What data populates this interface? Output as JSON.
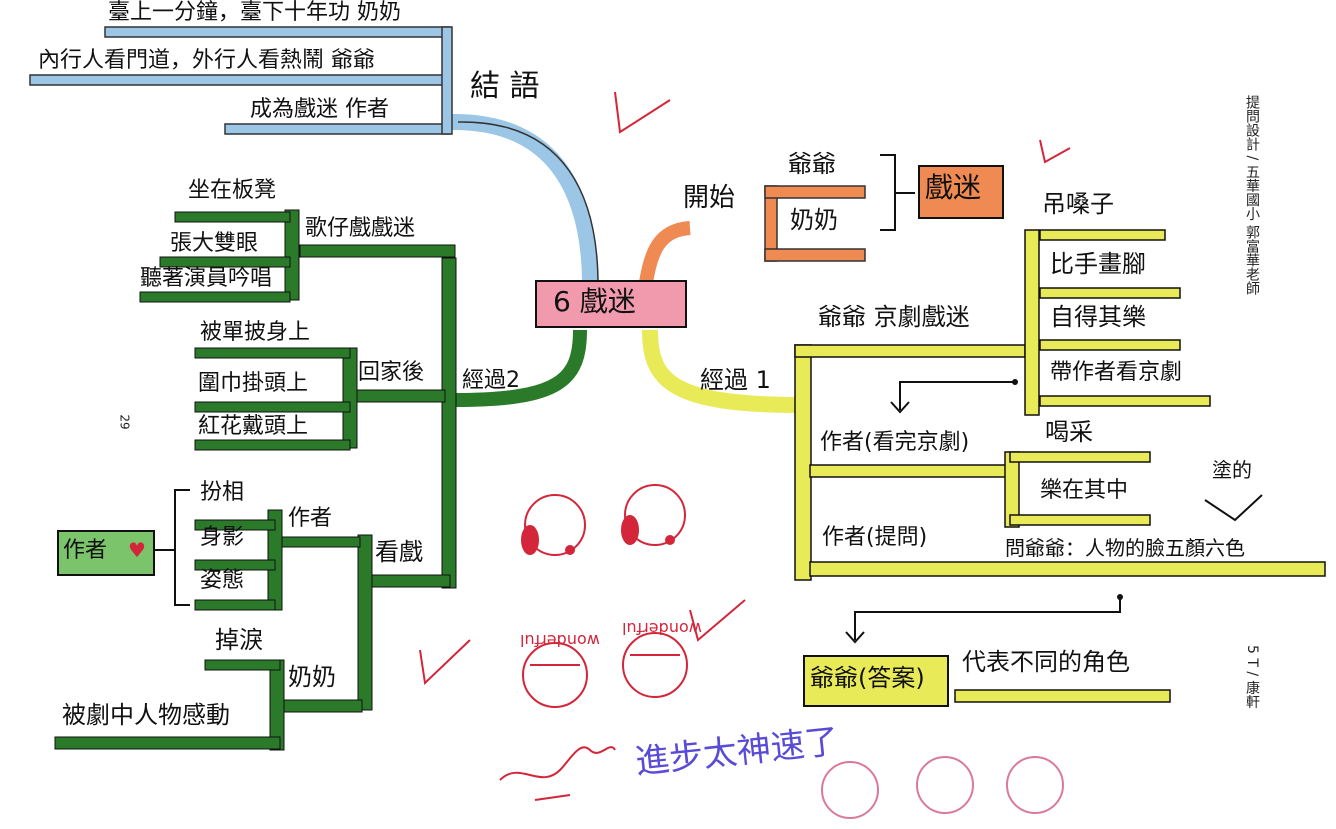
{
  "center": {
    "title": "6 戲迷"
  },
  "conclusion": {
    "label": "結 語",
    "items": [
      "臺上一分鐘，臺下十年功 奶奶",
      "內行人看門道，外行人看熱鬧 爺爺",
      "成為戲迷 作者"
    ]
  },
  "start": {
    "label": "開始",
    "people": [
      "爺爺",
      "奶奶"
    ],
    "result": "戲迷"
  },
  "process1": {
    "label": "經過 1",
    "grandpa": "爺爺 京劇戲迷",
    "grandpa_items": [
      "吊嗓子",
      "比手畫腳",
      "自得其樂",
      "帶作者看京劇"
    ],
    "author_watched": "作者(看完京劇)",
    "cheer": "喝采",
    "cheer_item": "樂在其中",
    "author_ask": "作者(提問)",
    "question": "問爺爺：人物的臉五顏六色",
    "answer": "爺爺(答案)",
    "answer_text": "代表不同的角色",
    "colored_note": "塗的"
  },
  "process2": {
    "label": "經過2",
    "opera": "歌仔戲戲迷",
    "opera_items": [
      "坐在板凳",
      "張大雙眼",
      "聽著演員吟唱"
    ],
    "home": "回家後",
    "home_items": [
      "被單披身上",
      "圍巾掛頭上",
      "紅花戴頭上"
    ],
    "watch": "看戲",
    "author_branch": "作者",
    "author_items": [
      "扮相",
      "身影",
      "姿態"
    ],
    "author_root": "作者",
    "grandma_branch": "奶奶",
    "grandma_items": [
      "掉淚",
      "被劇中人物感動"
    ]
  },
  "side": {
    "credit": "提問設計 / 五華國小 郭富華老師",
    "class_info": "5 T / 康軒",
    "page_number": "29"
  },
  "teacher": {
    "note": "進步太神速了",
    "stamp_text": "wonderful"
  },
  "colors": {
    "blue": "#9cc6e6",
    "green": "#2a7a2a",
    "yellow": "#e9ea58",
    "orange": "#ee8a52",
    "pink": "#f19aae",
    "red": "#d4263a"
  }
}
